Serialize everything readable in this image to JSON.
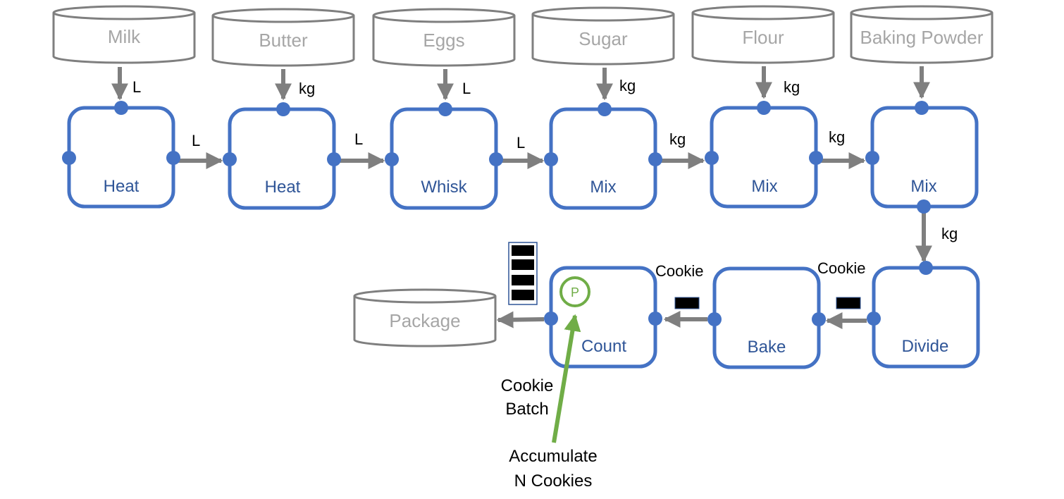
{
  "stores": {
    "milk": "Milk",
    "butter": "Butter",
    "eggs": "Eggs",
    "sugar": "Sugar",
    "flour": "Flour",
    "baking_powder": "Baking Powder",
    "package": "Package"
  },
  "processes": {
    "heat_1": "Heat",
    "heat_2": "Heat",
    "whisk": "Whisk",
    "mix_1": "Mix",
    "mix_2": "Mix",
    "mix_3": "Mix",
    "divide": "Divide",
    "bake": "Bake",
    "count": "Count"
  },
  "flow_units": {
    "milk_in": "L",
    "butter_in": "kg",
    "eggs_in": "L",
    "sugar_in": "kg",
    "flour_in": "kg",
    "heat1_heat2": "L",
    "heat2_whisk": "L",
    "whisk_mix1": "L",
    "mix1_mix2": "kg",
    "mix2_mix3": "kg",
    "mix3_divide": "kg",
    "divide_bake": "Cookie",
    "bake_count": "Cookie",
    "count_out_line1": "Cookie",
    "count_out_line2": "Batch"
  },
  "parameter": {
    "symbol": "P",
    "label_line1": "Accumulate",
    "label_line2": "N Cookies"
  },
  "colors": {
    "store_stroke": "#7f7f7f",
    "store_text": "#a6a6a6",
    "process_stroke": "#4472c4",
    "process_text": "#2f5597",
    "arrow": "#7f7f7f",
    "parameter": "#70ad47",
    "token": "#000000"
  }
}
